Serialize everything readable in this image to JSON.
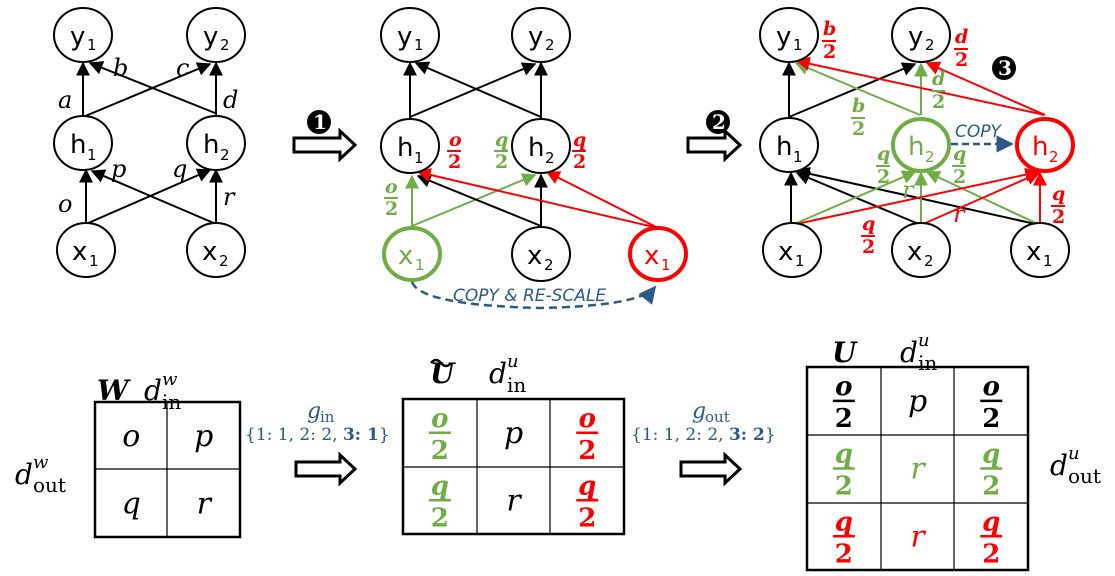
{
  "colors": {
    "black": "#000000",
    "green": "#70ad47",
    "red": "#ff0000",
    "blue": "#2b5a86"
  },
  "steps": [
    "1",
    "2",
    "3"
  ],
  "panel1": {
    "nodes": {
      "y1": [
        "y",
        "1"
      ],
      "y2": [
        "y",
        "2"
      ],
      "h1": [
        "h",
        "1"
      ],
      "h2": [
        "h",
        "2"
      ],
      "x1": [
        "x",
        "1"
      ],
      "x2": [
        "x",
        "2"
      ]
    },
    "weights": {
      "a": "a",
      "b": "b",
      "c": "c",
      "d": "d",
      "o": "o",
      "p": "p",
      "q": "q",
      "r": "r"
    }
  },
  "panel2": {
    "nodes": {
      "y1": [
        "y",
        "1"
      ],
      "y2": [
        "y",
        "2"
      ],
      "h1": [
        "h",
        "1"
      ],
      "h2": [
        "h",
        "2"
      ],
      "x1_green": [
        "x",
        "1"
      ],
      "x2": [
        "x",
        "2"
      ],
      "x1_red": [
        "x",
        "1"
      ]
    },
    "labels": {
      "o_half_red": [
        "o",
        "2"
      ],
      "q_half_green": [
        "q",
        "2"
      ],
      "q_half_red": [
        "q",
        "2"
      ],
      "o_half_green": [
        "o",
        "2"
      ]
    },
    "copy_label": "COPY &  RE-SCALE"
  },
  "panel3": {
    "nodes": {
      "y1": [
        "y",
        "1"
      ],
      "y2": [
        "y",
        "2"
      ],
      "h1": [
        "h",
        "1"
      ],
      "h2_green": [
        "h",
        "2"
      ],
      "h2_red": [
        "h",
        "2"
      ],
      "x1": [
        "x",
        "1"
      ],
      "x2": [
        "x",
        "2"
      ],
      "x1b": [
        "x",
        "1"
      ]
    },
    "labels": {
      "b_half_red": [
        "b",
        "2"
      ],
      "d_half_red": [
        "d",
        "2"
      ],
      "b_half_green": [
        "b",
        "2"
      ],
      "d_half_green": [
        "d",
        "2"
      ],
      "q_half_green_left": [
        "q",
        "2"
      ],
      "q_half_green_right": [
        "q",
        "2"
      ],
      "r_green": "r",
      "q_half_red_bottom": [
        "q",
        "2"
      ],
      "r_red": "r",
      "q_half_red_right": [
        "q",
        "2"
      ]
    },
    "copy_label": "COPY"
  },
  "matrices": {
    "W": {
      "title": "W",
      "col_dim": {
        "d": "d",
        "sup": "w",
        "sub": "in"
      },
      "row_dim": {
        "d": "d",
        "sup": "w",
        "sub": "out"
      },
      "cells": [
        [
          {
            "t": "o",
            "c": "black"
          },
          {
            "t": "p",
            "c": "black"
          }
        ],
        [
          {
            "t": "q",
            "c": "black"
          },
          {
            "t": "r",
            "c": "black"
          }
        ]
      ]
    },
    "g_in": {
      "name": "g",
      "sub": "in",
      "map": "{1: 1, 2: 2, ",
      "map_bold": "3: 1",
      "map_end": "}"
    },
    "U_tilde": {
      "title": "U",
      "col_dim": {
        "d": "d",
        "sup": "u",
        "sub": "in"
      },
      "cells": [
        [
          {
            "n": "o",
            "d": "2",
            "c": "green"
          },
          {
            "t": "p",
            "c": "black"
          },
          {
            "n": "o",
            "d": "2",
            "c": "red"
          }
        ],
        [
          {
            "n": "q",
            "d": "2",
            "c": "green"
          },
          {
            "t": "r",
            "c": "black"
          },
          {
            "n": "q",
            "d": "2",
            "c": "red"
          }
        ]
      ]
    },
    "g_out": {
      "name": "g",
      "sub": "out",
      "map": "{1: 1, 2: 2, ",
      "map_bold": "3: 2",
      "map_end": "}"
    },
    "U": {
      "title": "U",
      "col_dim": {
        "d": "d",
        "sup": "u",
        "sub": "in"
      },
      "row_dim": {
        "d": "d",
        "sup": "u",
        "sub": "out"
      },
      "cells": [
        [
          {
            "n": "o",
            "d": "2",
            "c": "black"
          },
          {
            "t": "p",
            "c": "black"
          },
          {
            "n": "o",
            "d": "2",
            "c": "black"
          }
        ],
        [
          {
            "n": "q",
            "d": "2",
            "c": "green"
          },
          {
            "t": "r",
            "c": "green"
          },
          {
            "n": "q",
            "d": "2",
            "c": "green"
          }
        ],
        [
          {
            "n": "q",
            "d": "2",
            "c": "red"
          },
          {
            "t": "r",
            "c": "red"
          },
          {
            "n": "q",
            "d": "2",
            "c": "red"
          }
        ]
      ]
    }
  }
}
